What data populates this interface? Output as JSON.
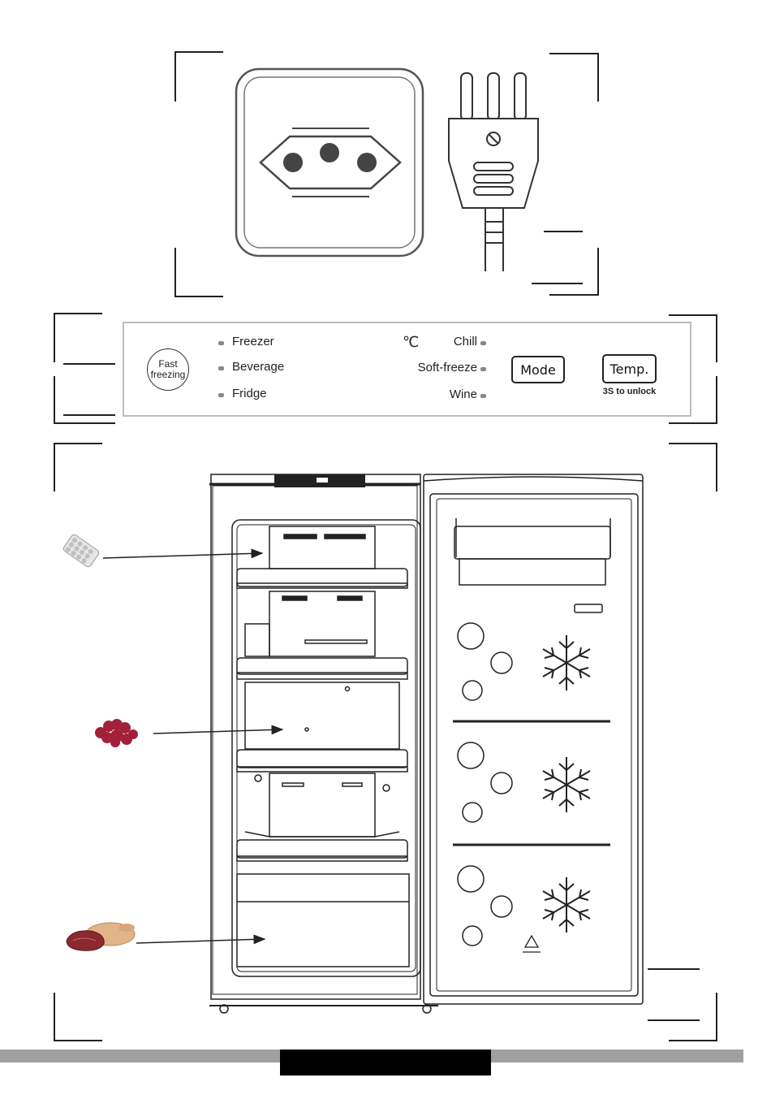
{
  "control_panel": {
    "fast_freezing_line1": "Fast",
    "fast_freezing_line2": "freezing",
    "left_modes": [
      "Freezer",
      "Beverage",
      "Fridge"
    ],
    "celsius": "℃",
    "right_modes": [
      "Chill",
      "Soft-freeze",
      "Wine"
    ],
    "mode_button": "Mode",
    "temp_button": "Temp.",
    "unlock_hint": "3S to unlock"
  },
  "colors": {
    "line": "#222222",
    "panel_border": "#bdbdbd",
    "footer_gray": "#a0a0a0",
    "footer_black": "#000000",
    "berry": "#a3203a",
    "meat": "#8a2a30",
    "chicken": "#e2b48a"
  },
  "icons": {
    "socket": "socket-icon",
    "plug": "plug-icon",
    "ice": "ice-tray-icon",
    "berries": "berries-icon",
    "meat": "meat-icon",
    "snowflake": "snowflake-icon",
    "recycle": "recycle-icon"
  }
}
